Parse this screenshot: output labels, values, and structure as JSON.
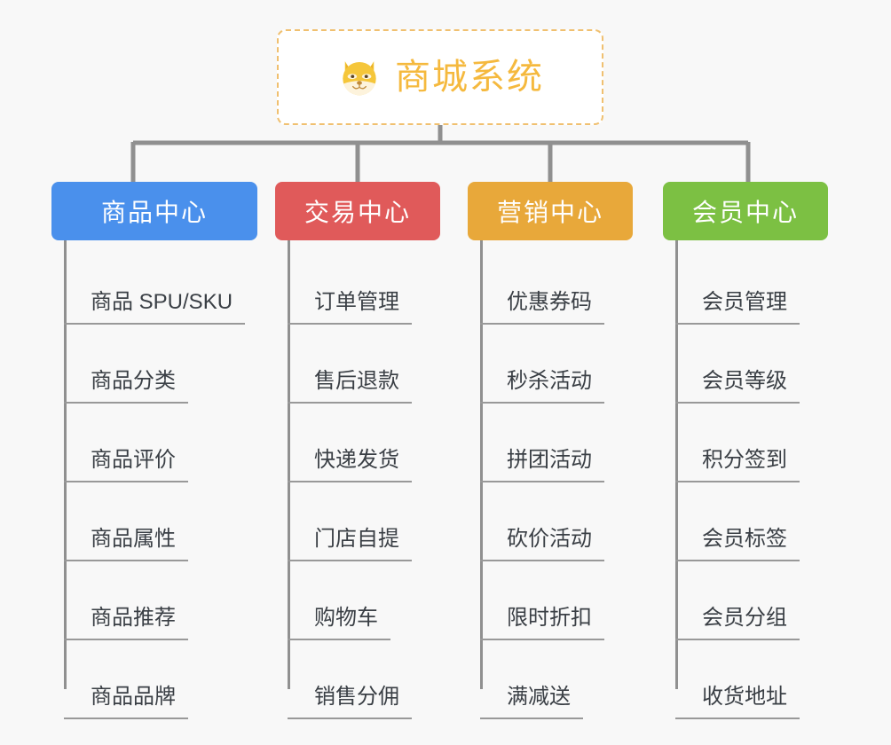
{
  "page": {
    "background_color": "#f8f8f8",
    "type": "mindmap"
  },
  "root": {
    "title": "商城系统",
    "icon": "shiba-dog-face-emoji",
    "border_color": "#f0c070",
    "text_color": "#f5b93e",
    "background_color": "#ffffff"
  },
  "branches": [
    {
      "label": "商品中心",
      "color": "#4a90ec",
      "items": [
        "商品 SPU/SKU",
        "商品分类",
        "商品评价",
        "商品属性",
        "商品推荐",
        "商品品牌"
      ]
    },
    {
      "label": "交易中心",
      "color": "#e05a5a",
      "items": [
        "订单管理",
        "售后退款",
        "快递发货",
        "门店自提",
        "购物车",
        "销售分佣"
      ]
    },
    {
      "label": "营销中心",
      "color": "#e8a83a",
      "items": [
        "优惠券码",
        "秒杀活动",
        "拼团活动",
        "砍价活动",
        "限时折扣",
        "满减送"
      ]
    },
    {
      "label": "会员中心",
      "color": "#7cc043",
      "items": [
        "会员管理",
        "会员等级",
        "积分签到",
        "会员标签",
        "会员分组",
        "收货地址"
      ]
    }
  ],
  "connectors": {
    "line_color": "#909090",
    "line_width": 4
  }
}
